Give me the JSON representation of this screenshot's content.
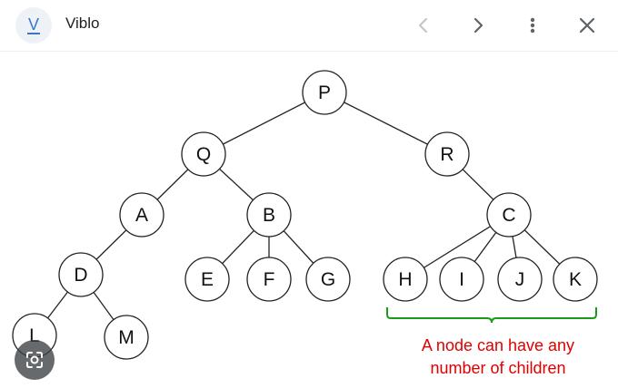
{
  "header": {
    "site_name": "Viblo",
    "logo_letter": "V",
    "icons": [
      "back-icon",
      "forward-icon",
      "more-vertical-icon",
      "close-icon"
    ]
  },
  "tree": {
    "nodes": [
      "P",
      "Q",
      "R",
      "A",
      "B",
      "C",
      "D",
      "E",
      "F",
      "G",
      "H",
      "I",
      "J",
      "K",
      "L",
      "M"
    ],
    "edges": [
      [
        "P",
        "Q"
      ],
      [
        "P",
        "R"
      ],
      [
        "Q",
        "A"
      ],
      [
        "Q",
        "B"
      ],
      [
        "R",
        "C"
      ],
      [
        "A",
        "D"
      ],
      [
        "B",
        "E"
      ],
      [
        "B",
        "F"
      ],
      [
        "B",
        "G"
      ],
      [
        "C",
        "H"
      ],
      [
        "C",
        "I"
      ],
      [
        "C",
        "J"
      ],
      [
        "C",
        "K"
      ],
      [
        "D",
        "L"
      ],
      [
        "D",
        "M"
      ]
    ]
  },
  "annotation": {
    "line1": "A node can have any",
    "line2": "number of children",
    "text_color": "#e00000",
    "brace_color": "#1a9a1a"
  },
  "lens_button": {
    "icon": "lens-icon"
  }
}
